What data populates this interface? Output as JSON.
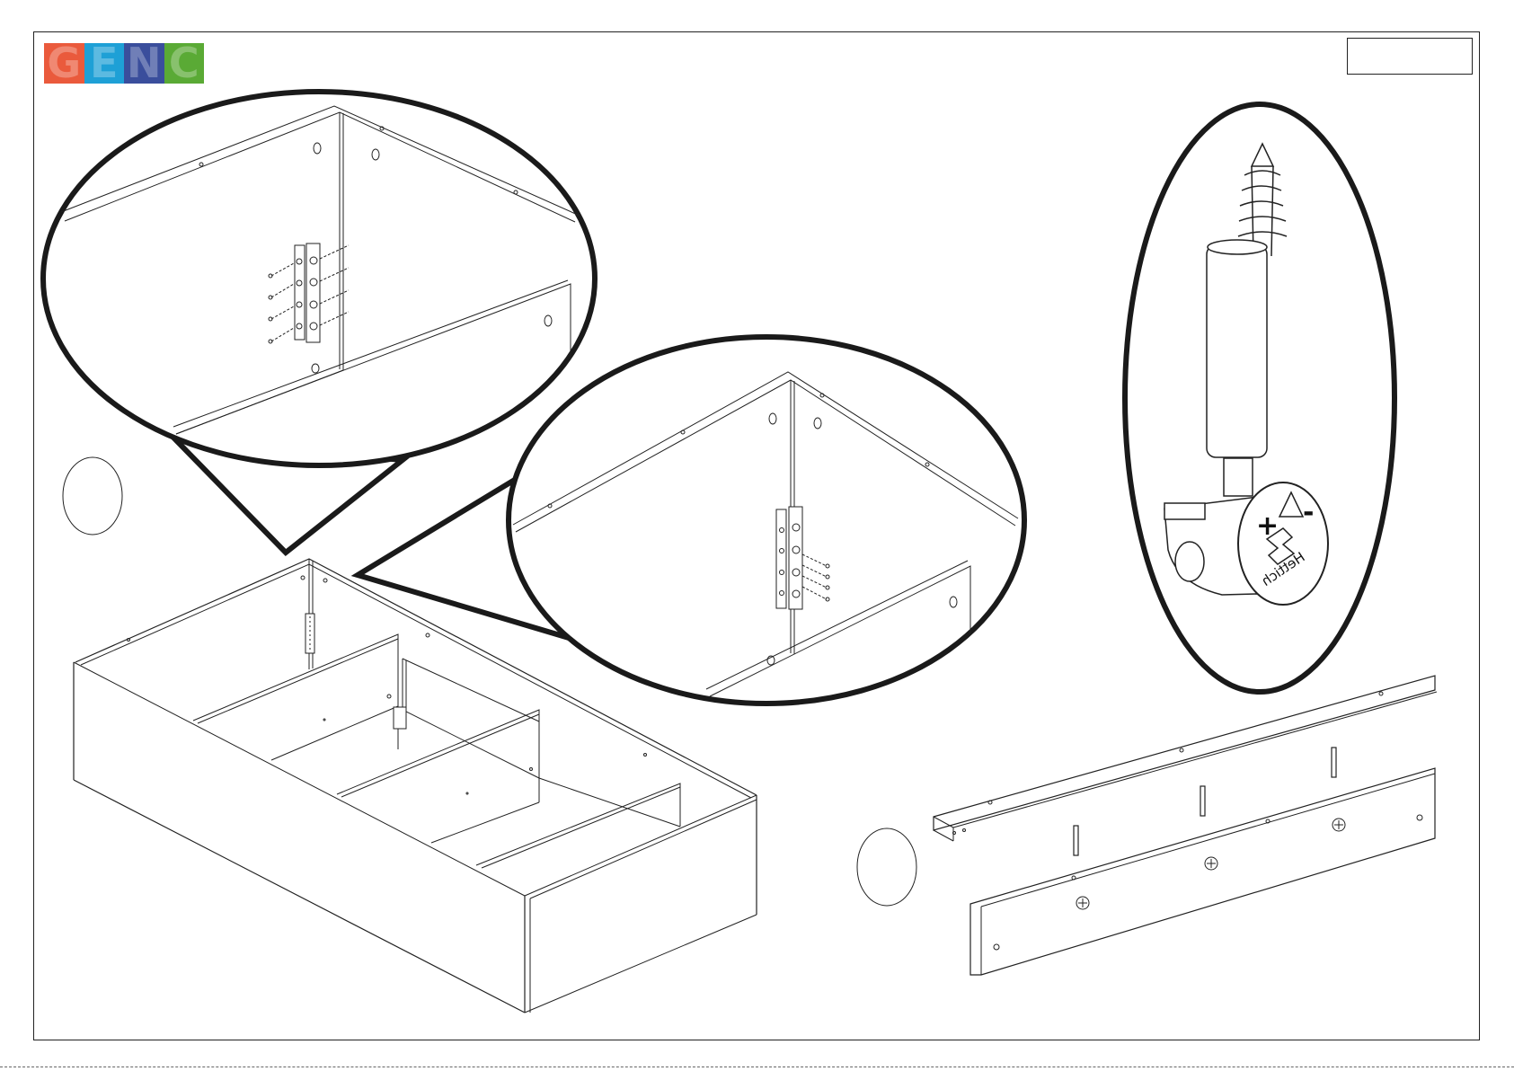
{
  "brand": {
    "letters": [
      "G",
      "E",
      "N",
      "C"
    ],
    "colors": [
      "#ea5a3c",
      "#1ea0d6",
      "#3a4e9c",
      "#5aaa35"
    ]
  },
  "page_number": "",
  "callouts": {
    "step_marker_left": "",
    "step_marker_right": ""
  },
  "fittings": {
    "cam_lock_imprint": "Hettich",
    "cam_plus": "+",
    "cam_minus": "-"
  },
  "icons": {
    "cam-lock-fitting": "cam-lock-icon",
    "connector-bolt": "dowel-screw-icon",
    "corner-bracket": "bracket-icon"
  },
  "colors": {
    "line": "#222222",
    "paper": "#ffffff"
  }
}
